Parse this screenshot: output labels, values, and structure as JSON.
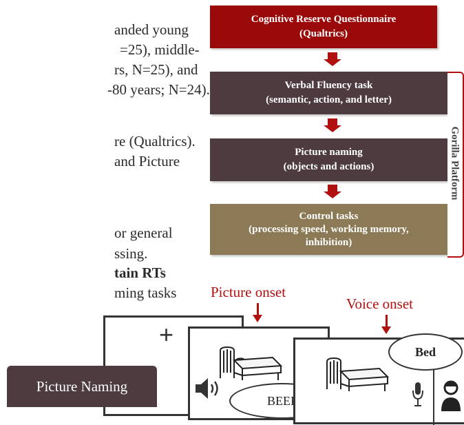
{
  "left_text": {
    "lines": [
      "anded young",
      "=25), middle-",
      "rs, N=25), and",
      "-80 years; N=24).",
      "re (Qualtrics).",
      "and Picture",
      "or general",
      "ssing.",
      "tain RTs",
      "ming tasks"
    ]
  },
  "flowchart": {
    "box1": {
      "line1": "Cognitive Reserve Questionnaire",
      "line2": "(Qualtrics)",
      "color": "#9b0a0a"
    },
    "box2": {
      "line1": "Verbal Fluency task",
      "line2": "(semantic, action, and letter)",
      "color": "#4d3b40"
    },
    "box3": {
      "line1": "Picture naming",
      "line2": "(objects and actions)",
      "color": "#4d3b40"
    },
    "box4": {
      "line1": "Control tasks",
      "line2": "(processing speed, working memory,",
      "line3": "inhibition)",
      "color": "#8b7a55"
    },
    "platform_label": "Gorilla Platform",
    "accent_color": "#b01010"
  },
  "timeline": {
    "picture_onset": "Picture onset",
    "voice_onset": "Voice onset",
    "fixation": "+",
    "beep": "BEEP",
    "response": "Bed",
    "task_label": "Picture Naming",
    "icons": [
      "bed-icon",
      "speaker-icon",
      "microphone-icon",
      "person-icon"
    ]
  }
}
